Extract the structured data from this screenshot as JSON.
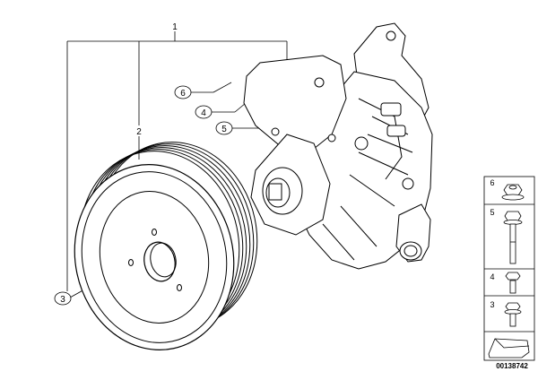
{
  "diagram": {
    "callouts": {
      "c1": "1",
      "c2": "2",
      "c3": "3",
      "c4": "4",
      "c5": "5",
      "c6": "6"
    },
    "side_panel": {
      "p6": "6",
      "p5": "5",
      "p4": "4",
      "p3": "3"
    },
    "part_number": "00138742"
  },
  "colors": {
    "line": "#000000",
    "background": "#ffffff"
  }
}
